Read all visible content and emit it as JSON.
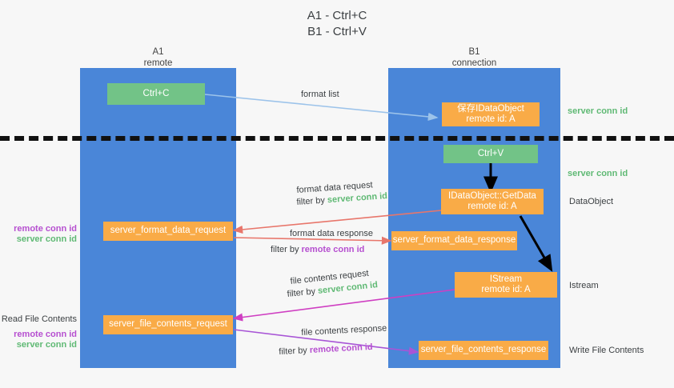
{
  "title": {
    "line1": "A1 - Ctrl+C",
    "line2": "B1 - Ctrl+V"
  },
  "lanes": [
    {
      "id": "A1",
      "name": "A1",
      "sub": "remote"
    },
    {
      "id": "B1",
      "name": "B1",
      "sub": "connection"
    }
  ],
  "boxes": {
    "ctrl_c": "Ctrl+C",
    "ctrl_v": "Ctrl+V",
    "idataobject": {
      "line1": "保存IDataObject",
      "line2": "remote id: A"
    },
    "getdata": {
      "line1": "IDataObject::GetData",
      "line2": "remote id: A"
    },
    "istream": {
      "line1": "IStream",
      "line2": "remote id: A"
    },
    "format_data_request": "server_format_data_request",
    "format_data_response": "server_format_data_response",
    "file_contents_request": "server_file_contents_request",
    "file_contents_response": "server_file_contents_response"
  },
  "arrow_labels": {
    "format_list": "format list",
    "format_data_request": "format data request",
    "format_data_request_filter_prefix": "filter by ",
    "format_data_request_filter_value": "server conn id",
    "format_data_response": "format data response",
    "format_data_response_filter_prefix": "filter by ",
    "format_data_response_filter_value": "remote conn id",
    "file_contents_request": "file contents request",
    "file_contents_request_filter_prefix": "filter by ",
    "file_contents_request_filter_value": "server conn id",
    "file_contents_response": "file contents response",
    "file_contents_response_filter_prefix": "filter by ",
    "file_contents_response_filter_value": "remote conn id"
  },
  "side_labels": {
    "left_mid_remote": "remote conn id",
    "left_mid_server": "server conn id",
    "read_file_contents": "Read File Contents",
    "left_low_remote": "remote conn id",
    "left_low_server": "server conn id",
    "right_server_conn_top": "server conn id",
    "right_server_conn_mid": "server conn id",
    "right_dataobject": "DataObject",
    "right_istream": "Istream",
    "right_write_file_contents": "Write File Contents"
  },
  "colors": {
    "lane": "#4a86d8",
    "green_box": "#72c387",
    "orange_box": "#f9ab47",
    "green_text": "#5fb974",
    "purple_text": "#b64fd0",
    "arrow_blue": "#9cc3ea",
    "arrow_red": "#e8766b",
    "arrow_magenta": "#cf3fc2",
    "arrow_purple": "#a855d6",
    "arrow_black": "#000000",
    "divider": "#111111",
    "background": "#f7f7f7"
  }
}
